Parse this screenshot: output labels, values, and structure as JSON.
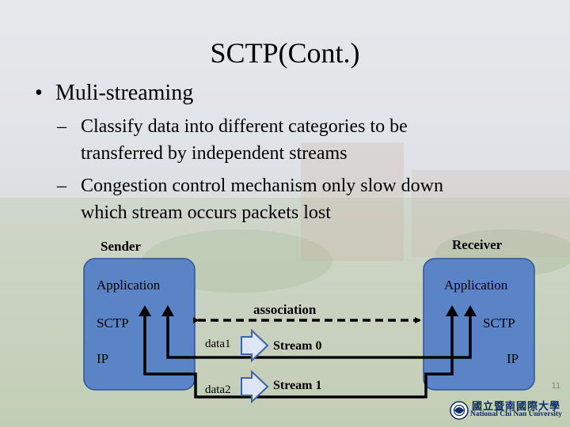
{
  "slide": {
    "title": "SCTP(Cont.)",
    "bullet": "Muli-streaming",
    "bullet_marker": "•",
    "sub_marker": "–",
    "sub_items": [
      {
        "line1": "Classify data into different categories to be",
        "line2": "transferred by independent streams"
      },
      {
        "line1": "Congestion control mechanism only slow down",
        "line2": "which stream occurs packets lost"
      }
    ],
    "page_number": "11"
  },
  "diagram": {
    "sender_label": "Sender",
    "receiver_label": "Receiver",
    "sender_box": {
      "application": "Application",
      "sctp": "SCTP",
      "ip": "IP"
    },
    "receiver_box": {
      "application": "Application",
      "sctp": "SCTP",
      "ip": "IP"
    },
    "association_label": "association",
    "data1_label": "data1",
    "data2_label": "data2",
    "stream0_label": "Stream 0",
    "stream1_label": "Stream 1",
    "colors": {
      "box_fill": "#5b84c6",
      "box_stroke": "#2e5597",
      "arrow_fill": "#dde6f7",
      "arrow_stroke": "#3f62a8"
    }
  },
  "logo": {
    "chinese": "國立暨南國際大學",
    "english": "National Chi Nan University",
    "icon": "university-emblem-icon"
  }
}
